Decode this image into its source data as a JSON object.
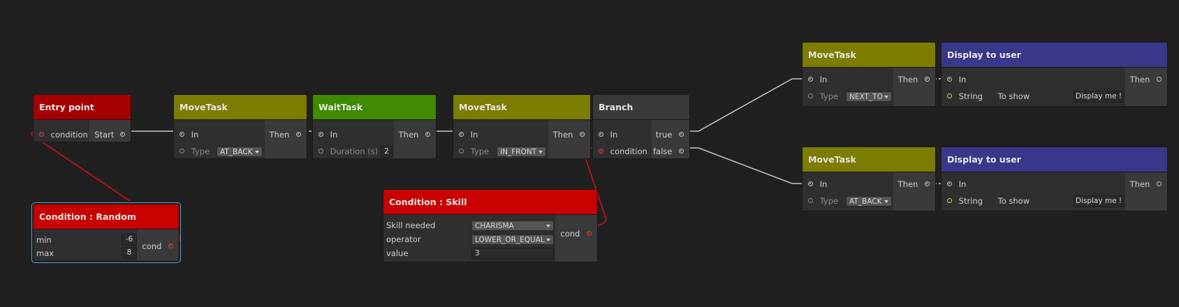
{
  "nodes": {
    "entry": {
      "title": "Entry point",
      "port_condition": "condition",
      "port_start": "Start"
    },
    "random": {
      "title": "Condition : Random",
      "min_label": "min",
      "min_value": "-6",
      "max_label": "max",
      "max_value": "8",
      "cond_label": "cond"
    },
    "move1": {
      "title": "MoveTask",
      "in": "In",
      "then": "Then",
      "type_label": "Type",
      "type_value": "AT_BACK"
    },
    "wait": {
      "title": "WaitTask",
      "in": "In",
      "then": "Then",
      "duration_label": "Duration (s)",
      "duration_value": "2"
    },
    "skill": {
      "title": "Condition : Skill",
      "skill_label": "Skill needed",
      "skill_value": "CHARISMA",
      "operator_label": "operator",
      "operator_value": "LOWER_OR_EQUAL",
      "value_label": "value",
      "value_value": "3",
      "cond_label": "cond"
    },
    "move2": {
      "title": "MoveTask",
      "in": "In",
      "then": "Then",
      "type_label": "Type",
      "type_value": "IN_FRONT"
    },
    "branch": {
      "title": "Branch",
      "in": "In",
      "condition": "condition",
      "true_label": "true",
      "false_label": "false"
    },
    "move_top": {
      "title": "MoveTask",
      "in": "In",
      "then": "Then",
      "type_label": "Type",
      "type_value": "NEXT_TO"
    },
    "display_top": {
      "title": "Display to user",
      "in": "In",
      "then": "Then",
      "string_label": "String",
      "to_show": "To show",
      "value": "Display me !"
    },
    "move_bottom": {
      "title": "MoveTask",
      "in": "In",
      "then": "Then",
      "type_label": "Type",
      "type_value": "AT_BACK"
    },
    "display_bottom": {
      "title": "Display to user",
      "in": "In",
      "then": "Then",
      "string_label": "String",
      "to_show": "To show",
      "value": "Display me !"
    }
  },
  "colors": {
    "canvas": "#202020",
    "wire": "#c8c8c8",
    "condition_wire": "#d01010",
    "selection": "#4aa3e0"
  }
}
